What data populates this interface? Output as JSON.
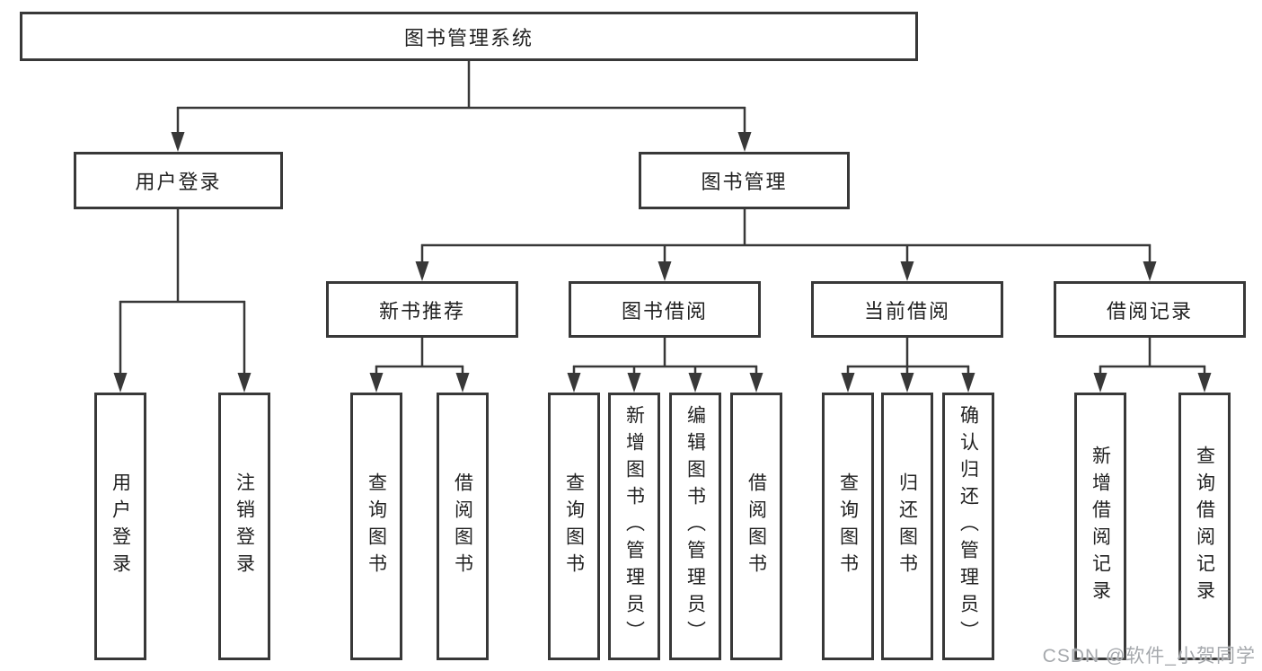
{
  "colors": {
    "line": "#383838",
    "box_border": "#383838",
    "box_fill": "#ffffff",
    "text": "#212121",
    "watermark": "#a6a9ad",
    "background": "#ffffff"
  },
  "tree": {
    "root": "图书管理系统",
    "branches": [
      {
        "label": "用户登录",
        "children": [
          {
            "label": "用户登录"
          },
          {
            "label": "注销登录"
          }
        ]
      },
      {
        "label": "图书管理",
        "children": [
          {
            "label": "新书推荐",
            "children": [
              {
                "label": "查询图书"
              },
              {
                "label": "借阅图书"
              }
            ]
          },
          {
            "label": "图书借阅",
            "children": [
              {
                "label": "查询图书"
              },
              {
                "label": "新增图书（管理员）"
              },
              {
                "label": "编辑图书（管理员）"
              },
              {
                "label": "借阅图书"
              }
            ]
          },
          {
            "label": "当前借阅",
            "children": [
              {
                "label": "查询图书"
              },
              {
                "label": "归还图书"
              },
              {
                "label": "确认归还（管理员）"
              }
            ]
          },
          {
            "label": "借阅记录",
            "children": [
              {
                "label": "新增借阅记录"
              },
              {
                "label": "查询借阅记录"
              }
            ]
          }
        ]
      }
    ]
  },
  "watermark": "CSDN @软件_小贺同学"
}
